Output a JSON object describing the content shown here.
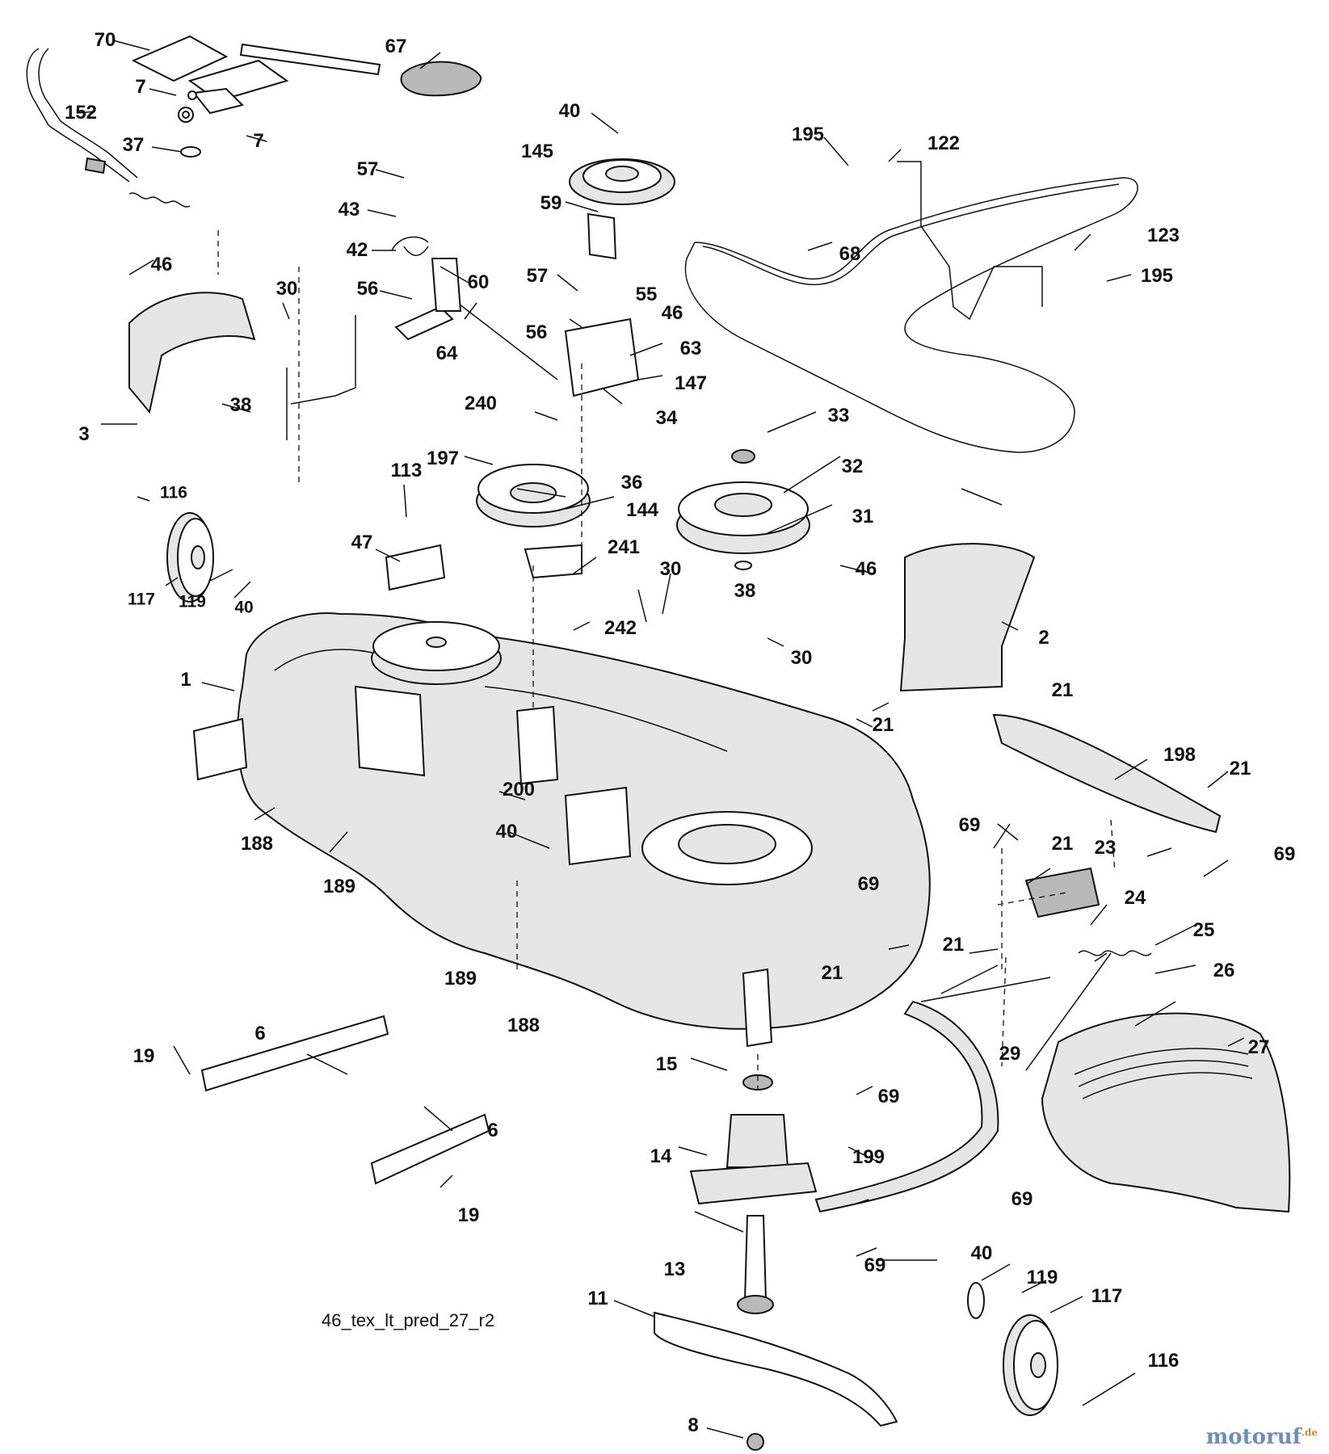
{
  "caption": "46_tex_lt_pred_27_r2",
  "brand": {
    "name": "motoruf",
    "suffix": ".de"
  },
  "labels": [
    "70",
    "67",
    "7",
    "152",
    "7",
    "37",
    "40",
    "145",
    "57",
    "59",
    "43",
    "42",
    "60",
    "56",
    "64",
    "57",
    "55",
    "46",
    "56",
    "63",
    "147",
    "240",
    "34",
    "197",
    "36",
    "144",
    "33",
    "32",
    "31",
    "195",
    "122",
    "68",
    "123",
    "195",
    "46",
    "3",
    "30",
    "38",
    "116",
    "117",
    "119",
    "40",
    "113",
    "47",
    "241",
    "30",
    "38",
    "242",
    "30",
    "46",
    "2",
    "1",
    "188",
    "189",
    "200",
    "40",
    "21",
    "21",
    "198",
    "21",
    "69",
    "69",
    "21",
    "23",
    "69",
    "24",
    "25",
    "21",
    "189",
    "188",
    "21",
    "26",
    "29",
    "27",
    "6",
    "19",
    "6",
    "19",
    "15",
    "14",
    "69",
    "199",
    "69",
    "69",
    "13",
    "40",
    "119",
    "117",
    "116",
    "11",
    "8"
  ]
}
